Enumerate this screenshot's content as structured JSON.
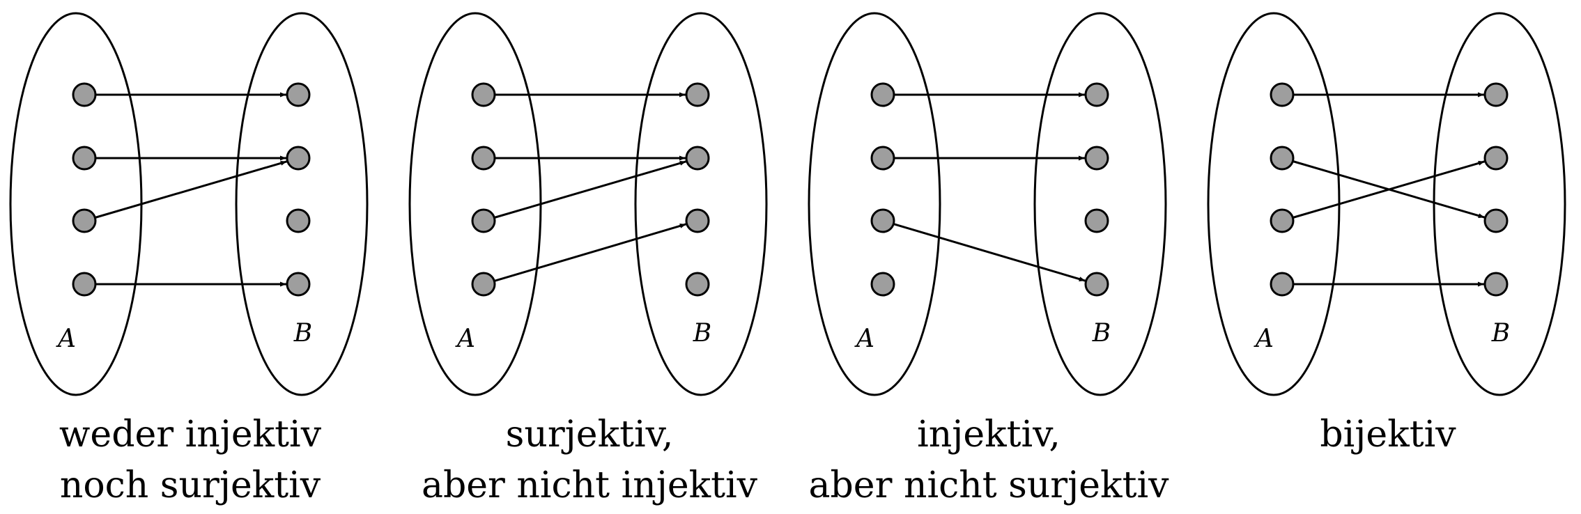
{
  "panels": [
    {
      "set_a_label": "A",
      "set_b_label": "B",
      "caption": [
        "weder injektiv",
        "noch surjektiv"
      ],
      "mapping": [
        [
          0,
          0
        ],
        [
          1,
          1
        ],
        [
          2,
          1
        ],
        [
          3,
          3
        ]
      ]
    },
    {
      "set_a_label": "A",
      "set_b_label": "B",
      "caption": [
        "surjektiv,",
        "aber nicht injektiv"
      ],
      "mapping": [
        [
          0,
          0
        ],
        [
          1,
          1
        ],
        [
          2,
          1
        ],
        [
          3,
          2
        ]
      ]
    },
    {
      "set_a_label": "A",
      "set_b_label": "B",
      "caption": [
        "injektiv,",
        "aber nicht surjektiv"
      ],
      "mapping": [
        [
          0,
          0
        ],
        [
          1,
          1
        ],
        [
          2,
          3
        ]
      ]
    },
    {
      "set_a_label": "A",
      "set_b_label": "B",
      "caption": [
        "bijektiv"
      ],
      "mapping": [
        [
          0,
          0
        ],
        [
          1,
          2
        ],
        [
          2,
          1
        ],
        [
          3,
          3
        ]
      ]
    }
  ],
  "colors": {
    "dot_fill": "#9e9e9e",
    "stroke": "#000000"
  }
}
